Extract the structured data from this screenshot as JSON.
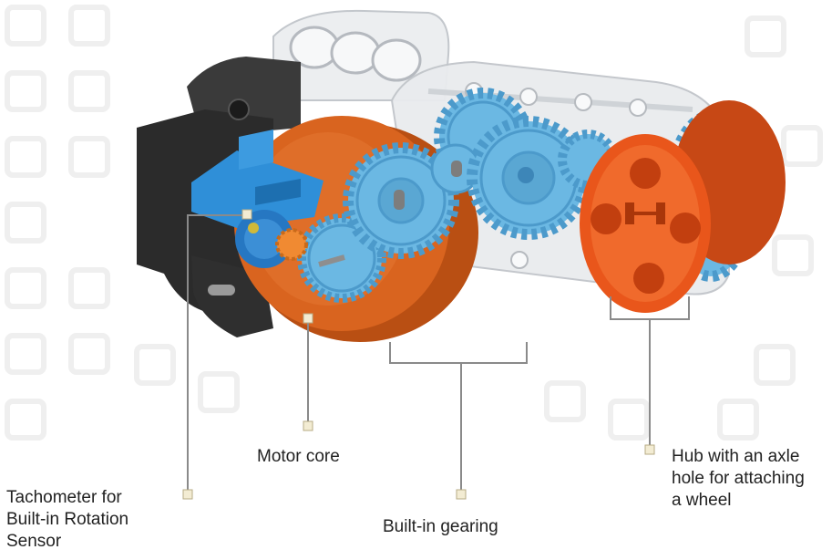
{
  "diagram": {
    "labels": {
      "tachometer": [
        "Tachometer for",
        "Built-in Rotation",
        "Sensor"
      ],
      "motor_core": [
        "Motor core"
      ],
      "gearing": [
        "Built-in gearing"
      ],
      "hub": [
        "Hub with an axle",
        "hole for attaching",
        "a wheel"
      ]
    },
    "colors": {
      "background": "#ffffff",
      "pattern": "#f4f4f4",
      "housing_black": "#2b2b2b",
      "housing_clear": "#e4e7ea",
      "motor_orange": "#d9641f",
      "gear_blue": "#6bb8e3",
      "sensor_blue": "#2f8fd8",
      "hub_orange": "#e9561b",
      "callout_line": "#8a8a8a",
      "label_text": "#222222"
    }
  }
}
